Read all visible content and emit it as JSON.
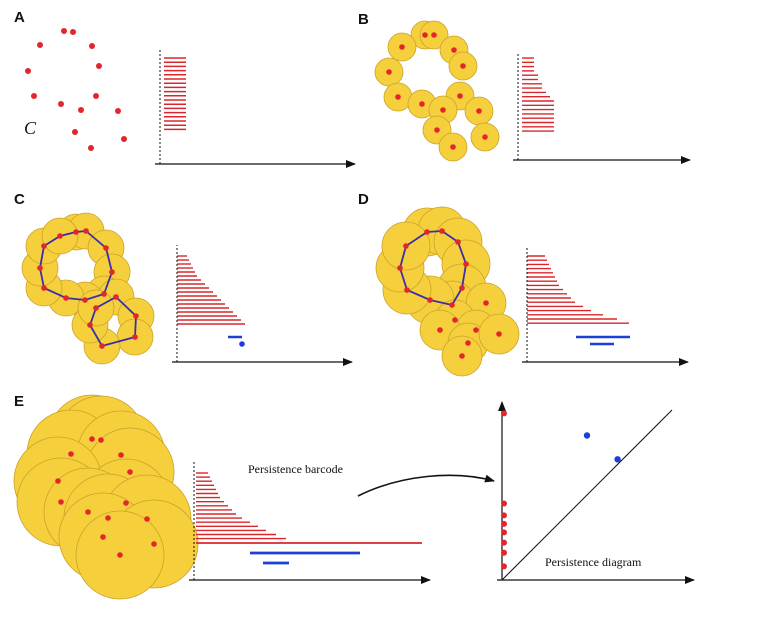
{
  "colors": {
    "point": "#e3262b",
    "ball_fill": "#f6cf3c",
    "ball_stroke": "#caa22a",
    "edge": "#3a2fa8",
    "bar_h0": "#d9262b",
    "bar_h1": "#1e3fd6",
    "axis": "#111111",
    "diagram_point_h0": "#e3262b",
    "diagram_point_h1": "#1e3fd6"
  },
  "panels": {
    "A": {
      "label": "A",
      "set_label": "C"
    },
    "B": {
      "label": "B"
    },
    "C": {
      "label": "C"
    },
    "D": {
      "label": "D"
    },
    "E": {
      "label": "E"
    }
  },
  "annotations": {
    "barcode_caption": "Persistence barcode",
    "diagram_caption": "Persistence diagram"
  },
  "persistence_diagram": {
    "h0_points": [
      0.08,
      0.16,
      0.22,
      0.28,
      0.33,
      0.38,
      0.45,
      0.98
    ],
    "h1_points": [
      [
        0.5,
        0.85
      ],
      [
        0.68,
        0.71
      ]
    ]
  }
}
